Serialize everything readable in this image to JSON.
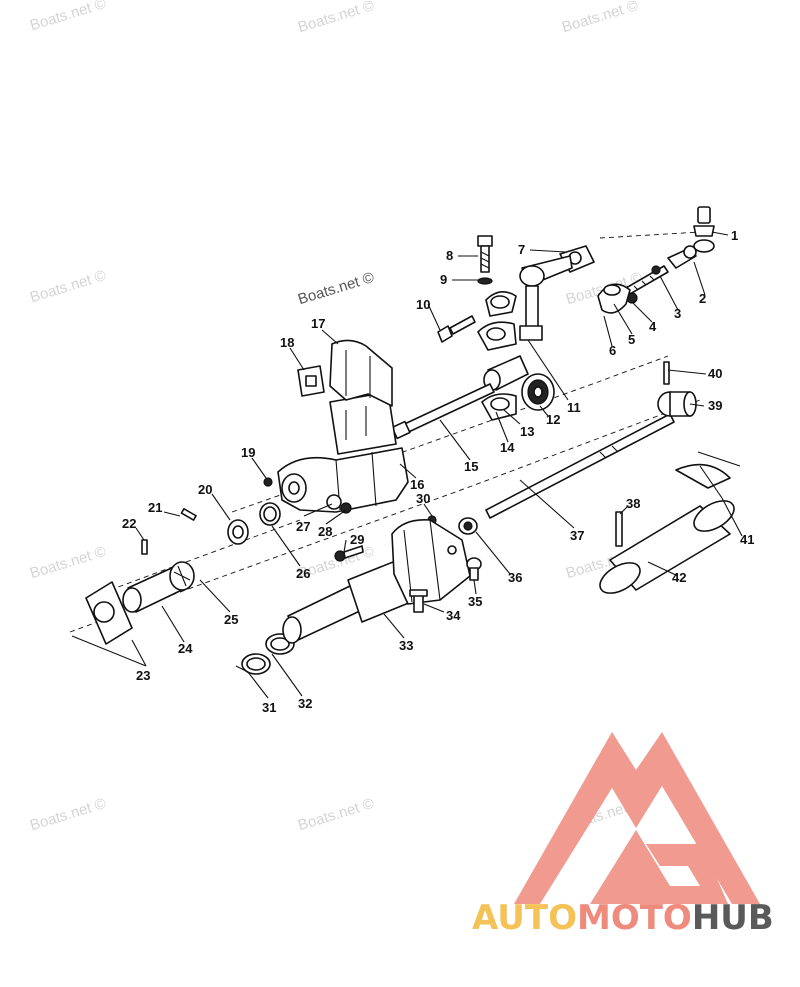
{
  "watermark": {
    "text": "Boats.net ©"
  },
  "callouts": [
    "1",
    "2",
    "3",
    "4",
    "5",
    "6",
    "7",
    "8",
    "9",
    "10",
    "11",
    "12",
    "13",
    "14",
    "15",
    "16",
    "17",
    "18",
    "19",
    "20",
    "21",
    "22",
    "23",
    "24",
    "25",
    "26",
    "27",
    "28",
    "29",
    "30",
    "31",
    "32",
    "33",
    "34",
    "35",
    "36",
    "37",
    "38",
    "39",
    "40",
    "41",
    "42"
  ],
  "brand": {
    "part1": "AUTO",
    "part2": "MOTO",
    "part3": "HUB",
    "color_auto": "#f4c257",
    "color_moto": "#ef8b7d",
    "color_hub": "#5a5a5a",
    "logo_color": "#f19b90"
  }
}
